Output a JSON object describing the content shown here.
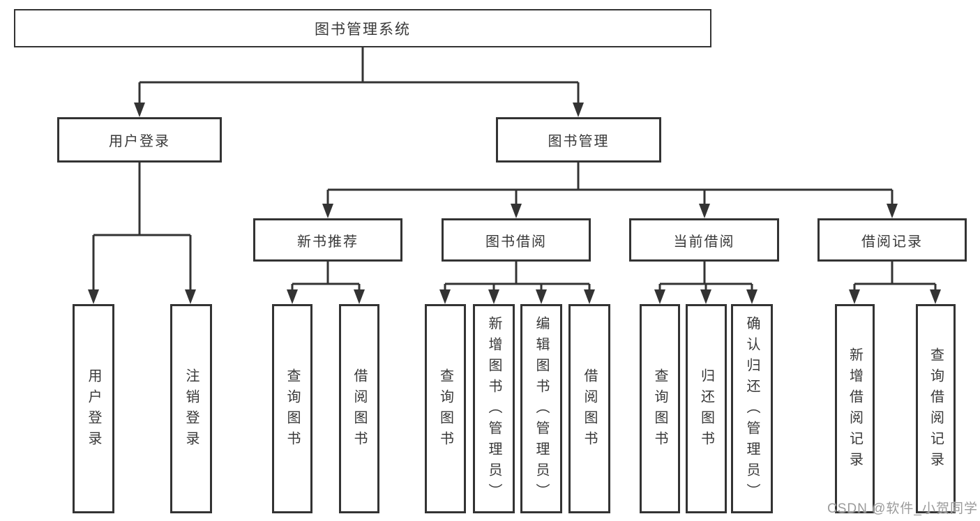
{
  "tree": {
    "root": {
      "label": "图书管理系统",
      "children": [
        {
          "label": "用户登录",
          "children": [
            {
              "label": "用户登录"
            },
            {
              "label": "注销登录"
            }
          ]
        },
        {
          "label": "图书管理",
          "children": [
            {
              "label": "新书推荐",
              "children": [
                {
                  "label": "查询图书"
                },
                {
                  "label": "借阅图书"
                }
              ]
            },
            {
              "label": "图书借阅",
              "children": [
                {
                  "label": "查询图书"
                },
                {
                  "label": "新增图书（管理员）"
                },
                {
                  "label": "编辑图书（管理员）"
                },
                {
                  "label": "借阅图书"
                }
              ]
            },
            {
              "label": "当前借阅",
              "children": [
                {
                  "label": "查询图书"
                },
                {
                  "label": "归还图书"
                },
                {
                  "label": "确认归还（管理员）"
                }
              ]
            },
            {
              "label": "借阅记录",
              "children": [
                {
                  "label": "新增借阅记录"
                },
                {
                  "label": "查询借阅记录"
                }
              ]
            }
          ]
        }
      ]
    }
  },
  "watermark": {
    "text": "CSDN @软件_小贺同学"
  },
  "colors": {
    "line": "#333333",
    "text": "#383838",
    "box_bg": "#ffffff",
    "watermark": "#9b9b9b"
  }
}
